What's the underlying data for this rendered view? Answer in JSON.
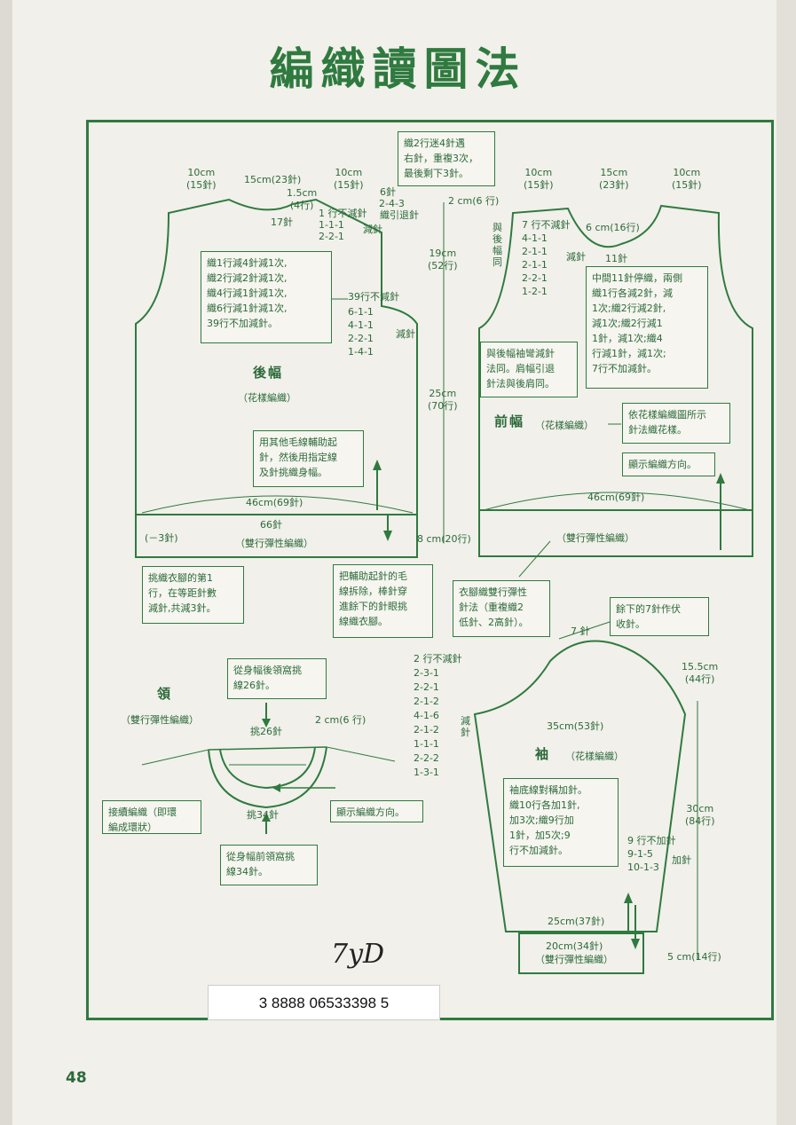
{
  "title": "編織讀圖法",
  "page_number": "48",
  "barcode_text": "3 8888 06533398 5",
  "handwriting": "7yD",
  "colors": {
    "accent": "#2f7a3f",
    "paper": "#f1f0ea"
  },
  "back": {
    "label": "後幅",
    "pattern": "（花樣編織）",
    "dim_left": "10cm",
    "dim_left_st": "(15針)",
    "dim_mid": "15cm(23針)",
    "dim_right": "10cm",
    "dim_right_st": "(15針)",
    "neck_depth": "1.5cm",
    "neck_rows": "(4行)",
    "neck_st": "17針",
    "shoulder_st": "6針",
    "shoulder_seq": "2-4-3",
    "shoulder_note": "織引退針",
    "neck_seq": [
      "1 行不減針",
      "1-1-1",
      "2-2-1"
    ],
    "neck_seq_label": "減針",
    "armhole_start": "39行不減針",
    "armhole_seq": [
      "6-1-1",
      "4-1-1",
      "2-2-1",
      "1-4-1"
    ],
    "armhole_label": "減針",
    "width": "46cm(69針)",
    "ribbing_st": "66針",
    "decrease": "(－3針)",
    "ribbing_label": "（雙行彈性編織）",
    "box_text": "織1行減4針減1次,\n織2行減2針減1次,\n織4行減1針減1次,\n織6行減1針減1次,\n39行不加減針。",
    "note_box": "用其他毛線輔助起\n針，然後用指定線\n及針挑織身幅。"
  },
  "center_dims": {
    "d1": "2 cm(6 行)",
    "d2": "19cm",
    "d2_rows": "(52行)",
    "d3": "25cm",
    "d3_rows": "(70行)",
    "d4": "8 cm(20行)"
  },
  "top_box": "織2行迷4針遇\n右針，重複3次，\n最後剩下3針。",
  "front": {
    "label": "前幅",
    "pattern": "（花樣編織）",
    "dim_left": "10cm",
    "dim_left_st": "(15針)",
    "dim_mid": "15cm",
    "dim_mid_st": "(23針)",
    "dim_right": "10cm",
    "dim_right_st": "(15針)",
    "neck_depth": "6 cm(16行)",
    "neck_st": "11針",
    "neck_seq": [
      "7 行不減針",
      "4-1-1",
      "2-1-1",
      "2-1-1",
      "2-2-1",
      "1-2-1"
    ],
    "neck_label": "減針",
    "side_label": "與後幅同",
    "width": "46cm(69針)",
    "ribbing_label": "（雙行彈性編織）",
    "box_text": "中間11針停織，兩側\n織1行各減2針，減\n1次;織2行減2針,\n減1次;織2行減1\n1針，減1次;織4\n行減1針，減1次;\n7行不加減針。",
    "armhole_box": "與後幅袖彎減針\n法同。肩幅引退\n針法與後肩同。",
    "pattern_box": "依花樣編織圖所示\n針法織花樣。",
    "direction_box": "顯示編織方向。"
  },
  "hem_boxes": {
    "left": "挑織衣腳的第1\n行，在等距針數\n減針,共減3針。",
    "middle": "把輔助起針的毛\n線拆除，棒針穿\n進餘下的針眼挑\n線織衣腳。",
    "right": "衣腳織雙行彈性\n針法（重複織2\n低針、2高針）。"
  },
  "collar": {
    "label": "領",
    "pattern": "（雙行彈性編織）",
    "back_box": "從身幅後領窩挑\n線26針。",
    "back_st": "挑26針",
    "depth": "2 cm(6 行)",
    "front_st": "挑34針",
    "join_box": "接續編織（即環\n編成環狀）",
    "direction_box": "顯示編織方向。",
    "front_box": "從身幅前領窩挑\n線34針。"
  },
  "sleeve": {
    "label": "袖",
    "pattern": "（花樣編織）",
    "top_box": "餘下的7針作伏\n收針。",
    "top_st": "7 針",
    "cap_height": "15.5cm",
    "cap_rows": "(44行)",
    "cap_seq": [
      "2 行不減針",
      "2-3-1",
      "2-2-1",
      "2-1-2",
      "4-1-6",
      "2-1-2",
      "1-1-1",
      "2-2-2",
      "1-3-1"
    ],
    "cap_label": "減針",
    "width": "35cm(53針)",
    "body_box": "袖底線對稱加針。\n織10行各加1針,\n加3次;織9行加\n1針，加5次;9\n行不加減針。",
    "inc_seq": [
      "9 行不加針",
      "9-1-5",
      "10-1-3"
    ],
    "inc_label": "加針",
    "length": "30cm",
    "length_rows": "(84行)",
    "bottom_width": "25cm(37針)",
    "cuff_width": "20cm(34針)",
    "cuff_label": "（雙行彈性編織）",
    "cuff_height": "5 cm(14行)"
  }
}
